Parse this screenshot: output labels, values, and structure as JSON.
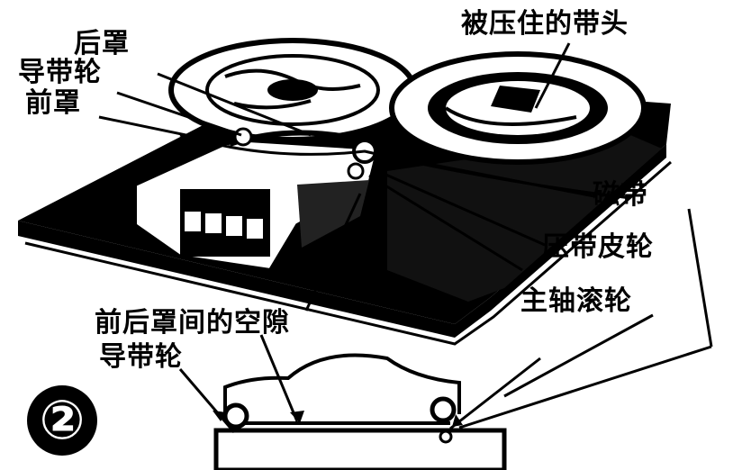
{
  "figure_number": "②",
  "labels": {
    "rear_cover": "后罩",
    "tape_guide_top": "导带轮",
    "front_cover": "前罩",
    "pressed_tape_end": "被压住的带头",
    "magnetic_tape": "磁带",
    "pressure_roller": "压带皮轮",
    "capstan": "主轴滚轮",
    "cover_gap": "前后罩间的空隙",
    "tape_guide_bottom": "导带轮"
  }
}
